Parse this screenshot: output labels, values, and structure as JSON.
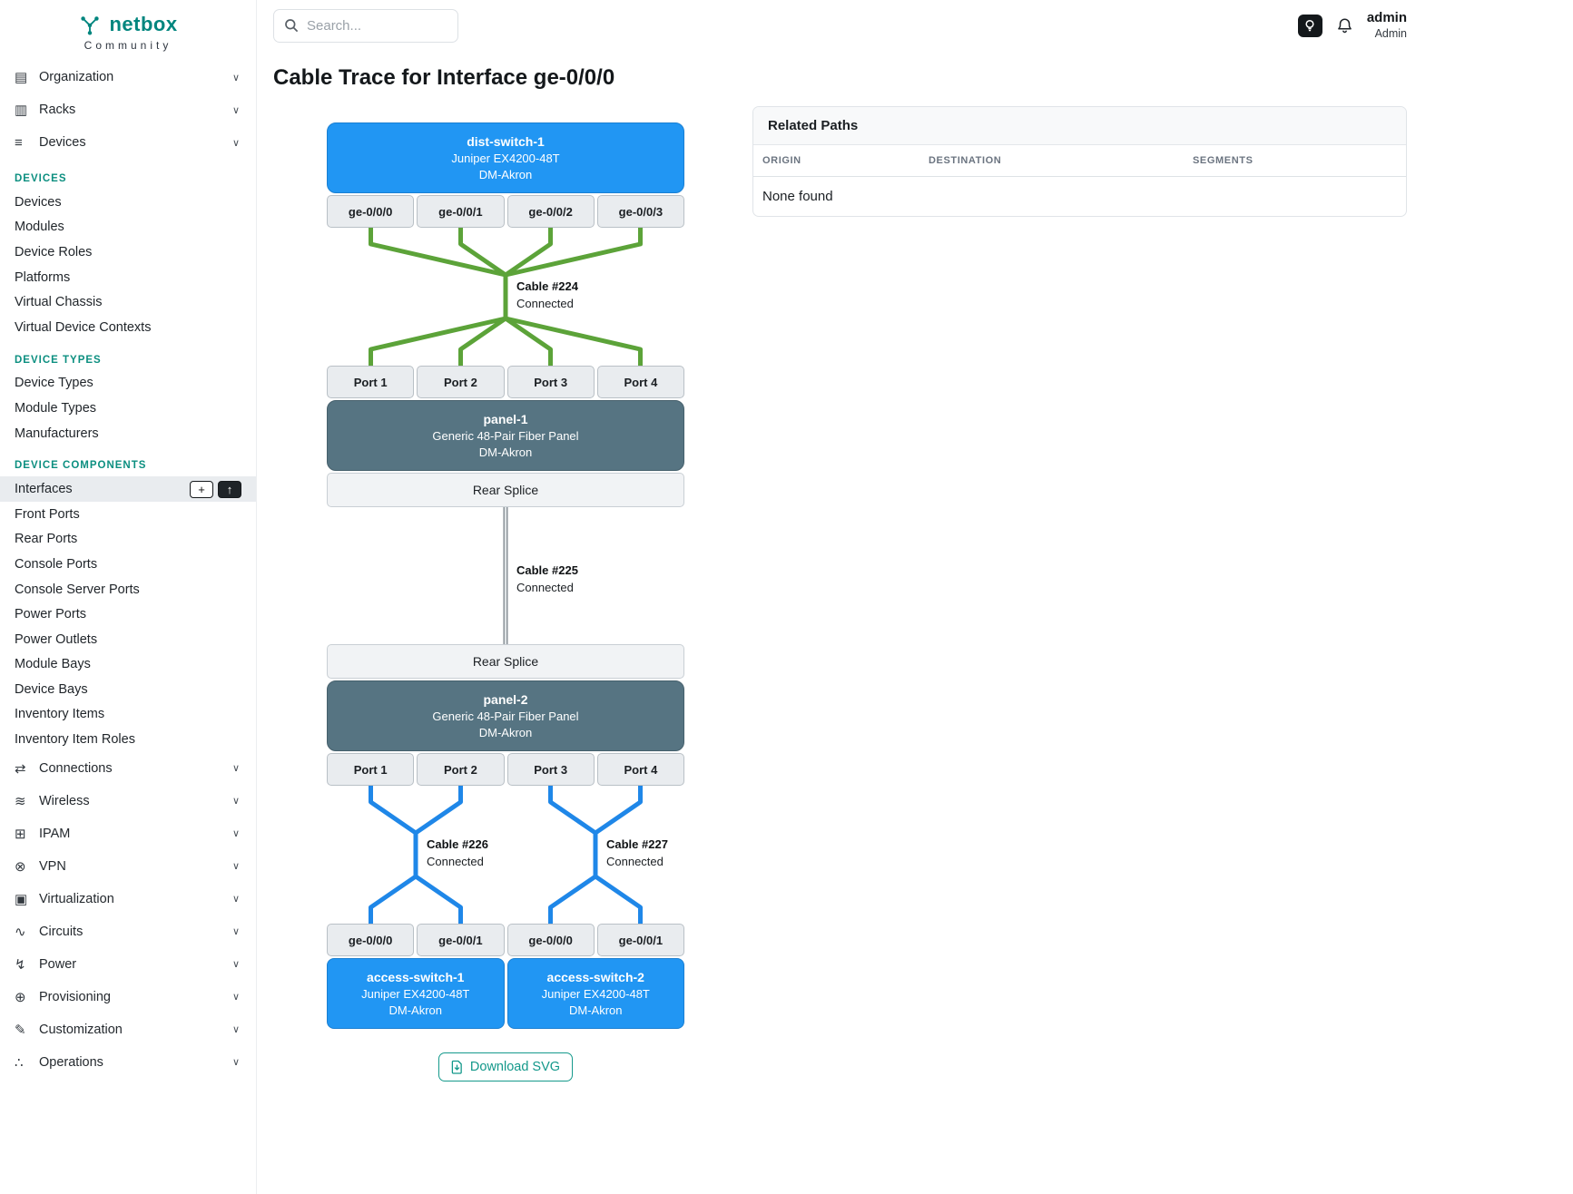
{
  "brand": {
    "name": "netbox",
    "subtitle": "Community"
  },
  "topbar": {
    "search_placeholder": "Search...",
    "user": {
      "name": "admin",
      "role": "Admin"
    }
  },
  "sidebar": {
    "chevron": "∨",
    "add_button": "+",
    "import_button": "↑",
    "groups_top": [
      {
        "label": "Organization",
        "icon": "▤"
      },
      {
        "label": "Racks",
        "icon": "▥"
      },
      {
        "label": "Devices",
        "icon": "≡"
      }
    ],
    "sections": [
      {
        "title": "DEVICES",
        "items": [
          "Devices",
          "Modules",
          "Device Roles",
          "Platforms",
          "Virtual Chassis",
          "Virtual Device Contexts"
        ]
      },
      {
        "title": "DEVICE TYPES",
        "items": [
          "Device Types",
          "Module Types",
          "Manufacturers"
        ]
      },
      {
        "title": "DEVICE COMPONENTS",
        "items": [
          "Interfaces",
          "Front Ports",
          "Rear Ports",
          "Console Ports",
          "Console Server Ports",
          "Power Ports",
          "Power Outlets",
          "Module Bays",
          "Device Bays",
          "Inventory Items",
          "Inventory Item Roles"
        ]
      }
    ],
    "groups_bottom": [
      {
        "label": "Connections",
        "icon": "⇄"
      },
      {
        "label": "Wireless",
        "icon": "≋"
      },
      {
        "label": "IPAM",
        "icon": "⊞"
      },
      {
        "label": "VPN",
        "icon": "⊗"
      },
      {
        "label": "Virtualization",
        "icon": "▣"
      },
      {
        "label": "Circuits",
        "icon": "∿"
      },
      {
        "label": "Power",
        "icon": "↯"
      },
      {
        "label": "Provisioning",
        "icon": "⊕"
      },
      {
        "label": "Customization",
        "icon": "✎"
      },
      {
        "label": "Operations",
        "icon": "∴"
      }
    ]
  },
  "page": {
    "title": "Cable Trace for Interface ge-0/0/0"
  },
  "trace": {
    "top_device": {
      "name": "dist-switch-1",
      "model": "Juniper EX4200-48T",
      "site": "DM-Akron"
    },
    "top_ports": [
      "ge-0/0/0",
      "ge-0/0/1",
      "ge-0/0/2",
      "ge-0/0/3"
    ],
    "cable1": {
      "label": "Cable #224",
      "status": "Connected",
      "color": "#5CA339"
    },
    "panel1_ports": [
      "Port 1",
      "Port 2",
      "Port 3",
      "Port 4"
    ],
    "panel1": {
      "name": "panel-1",
      "model": "Generic 48-Pair Fiber Panel",
      "site": "DM-Akron"
    },
    "rear_splice_top": "Rear Splice",
    "cable2": {
      "label": "Cable #225",
      "status": "Connected",
      "color": "#7D868C"
    },
    "rear_splice_bottom": "Rear Splice",
    "panel2": {
      "name": "panel-2",
      "model": "Generic 48-Pair Fiber Panel",
      "site": "DM-Akron"
    },
    "panel2_ports": [
      "Port 1",
      "Port 2",
      "Port 3",
      "Port 4"
    ],
    "cable3": {
      "label": "Cable #226",
      "status": "Connected",
      "color": "#1F87E8"
    },
    "cable4": {
      "label": "Cable #227",
      "status": "Connected",
      "color": "#1F87E8"
    },
    "bottom_ports": [
      "ge-0/0/0",
      "ge-0/0/1",
      "ge-0/0/0",
      "ge-0/0/1"
    ],
    "bottom_devices": [
      {
        "name": "access-switch-1",
        "model": "Juniper EX4200-48T",
        "site": "DM-Akron"
      },
      {
        "name": "access-switch-2",
        "model": "Juniper EX4200-48T",
        "site": "DM-Akron"
      }
    ],
    "download_label": "Download SVG"
  },
  "related_paths": {
    "title": "Related Paths",
    "columns": [
      "ORIGIN",
      "DESTINATION",
      "SEGMENTS"
    ],
    "empty": "None found"
  }
}
